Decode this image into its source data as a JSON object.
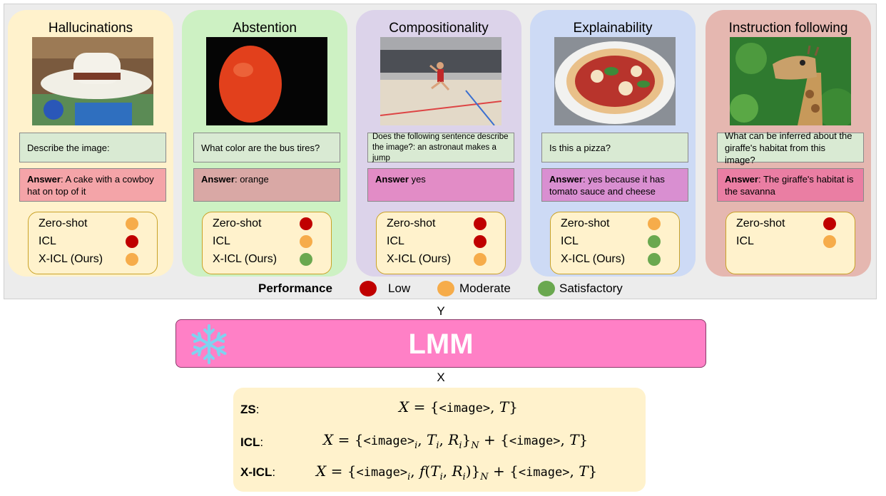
{
  "columns": [
    {
      "title": "Hallucinations",
      "bg": "#fff2cc",
      "question": "Describe the image:",
      "answer_label": "Answer",
      "answer_text": ": A cake with a cowboy hat on top of it",
      "answer_bg": "#f4a4a8",
      "image_icon": "cowboy-hat-cake-photo",
      "rows": [
        {
          "label": "Zero-shot",
          "level": "moderate"
        },
        {
          "label": "ICL",
          "level": "low"
        },
        {
          "label": "X-ICL (Ours)",
          "level": "moderate"
        }
      ]
    },
    {
      "title": "Abstention",
      "bg": "#cdf1c3",
      "question": "What color are the bus tires?",
      "answer_label": "Answer",
      "answer_text": ": orange",
      "answer_bg": "#d9a8a5",
      "image_icon": "orange-fruit-photo",
      "rows": [
        {
          "label": "Zero-shot",
          "level": "low"
        },
        {
          "label": "ICL",
          "level": "moderate"
        },
        {
          "label": "X-ICL (Ours)",
          "level": "satisfactory"
        }
      ]
    },
    {
      "title": "Compositionality",
      "bg": "#dcd3ea",
      "question": "Does the following sentence describe the image?: an astronaut makes a jump",
      "answer_label": "Answer",
      "answer_text": " yes",
      "answer_bg": "#e28cc6",
      "image_icon": "basketball-jump-photo",
      "rows": [
        {
          "label": "Zero-shot",
          "level": "low"
        },
        {
          "label": "ICL",
          "level": "low"
        },
        {
          "label": "X-ICL (Ours)",
          "level": "moderate"
        }
      ]
    },
    {
      "title": "Explainability",
      "bg": "#cddaf5",
      "question": "Is this a pizza?",
      "answer_label": "Answer",
      "answer_text": ": yes because it has tomato sauce and cheese",
      "answer_bg": "#d98fd1",
      "image_icon": "pizza-photo",
      "rows": [
        {
          "label": "Zero-shot",
          "level": "moderate"
        },
        {
          "label": "ICL",
          "level": "satisfactory"
        },
        {
          "label": "X-ICL (Ours)",
          "level": "satisfactory"
        }
      ]
    },
    {
      "title": "Instruction following",
      "bg": "#e5b7b0",
      "question": "What can be inferred about the giraffe's habitat from this image?",
      "answer_label": "Answer",
      "answer_text": ": The giraffe's habitat is the savanna",
      "answer_bg": "#ea7ea3",
      "image_icon": "giraffe-photo",
      "rows": [
        {
          "label": "Zero-shot",
          "level": "low"
        },
        {
          "label": "ICL",
          "level": "moderate"
        }
      ]
    }
  ],
  "level_colors": {
    "low": "#c00000",
    "moderate": "#f6ac4a",
    "satisfactory": "#6aa84f"
  },
  "legend": {
    "title": "Performance",
    "items": [
      {
        "label": "Low",
        "level": "low"
      },
      {
        "label": "Moderate",
        "level": "moderate"
      },
      {
        "label": "Satisfactory",
        "level": "satisfactory"
      }
    ]
  },
  "arrows": {
    "top": "Y",
    "bottom": "X"
  },
  "lmm": {
    "label": "LMM",
    "icon": "snowflake-icon",
    "bg": "#ff80c6"
  },
  "formulas": [
    {
      "label": "ZS",
      "suffix": ":"
    },
    {
      "label": "ICL",
      "suffix": ":"
    },
    {
      "label": "X-ICL",
      "suffix": ":"
    }
  ],
  "tokens": {
    "image": "<image>",
    "X": "X",
    "eq": " = ",
    "T": "T",
    "R": "R",
    "i": "i",
    "N": "N",
    "f": "f",
    "plus": " + "
  }
}
